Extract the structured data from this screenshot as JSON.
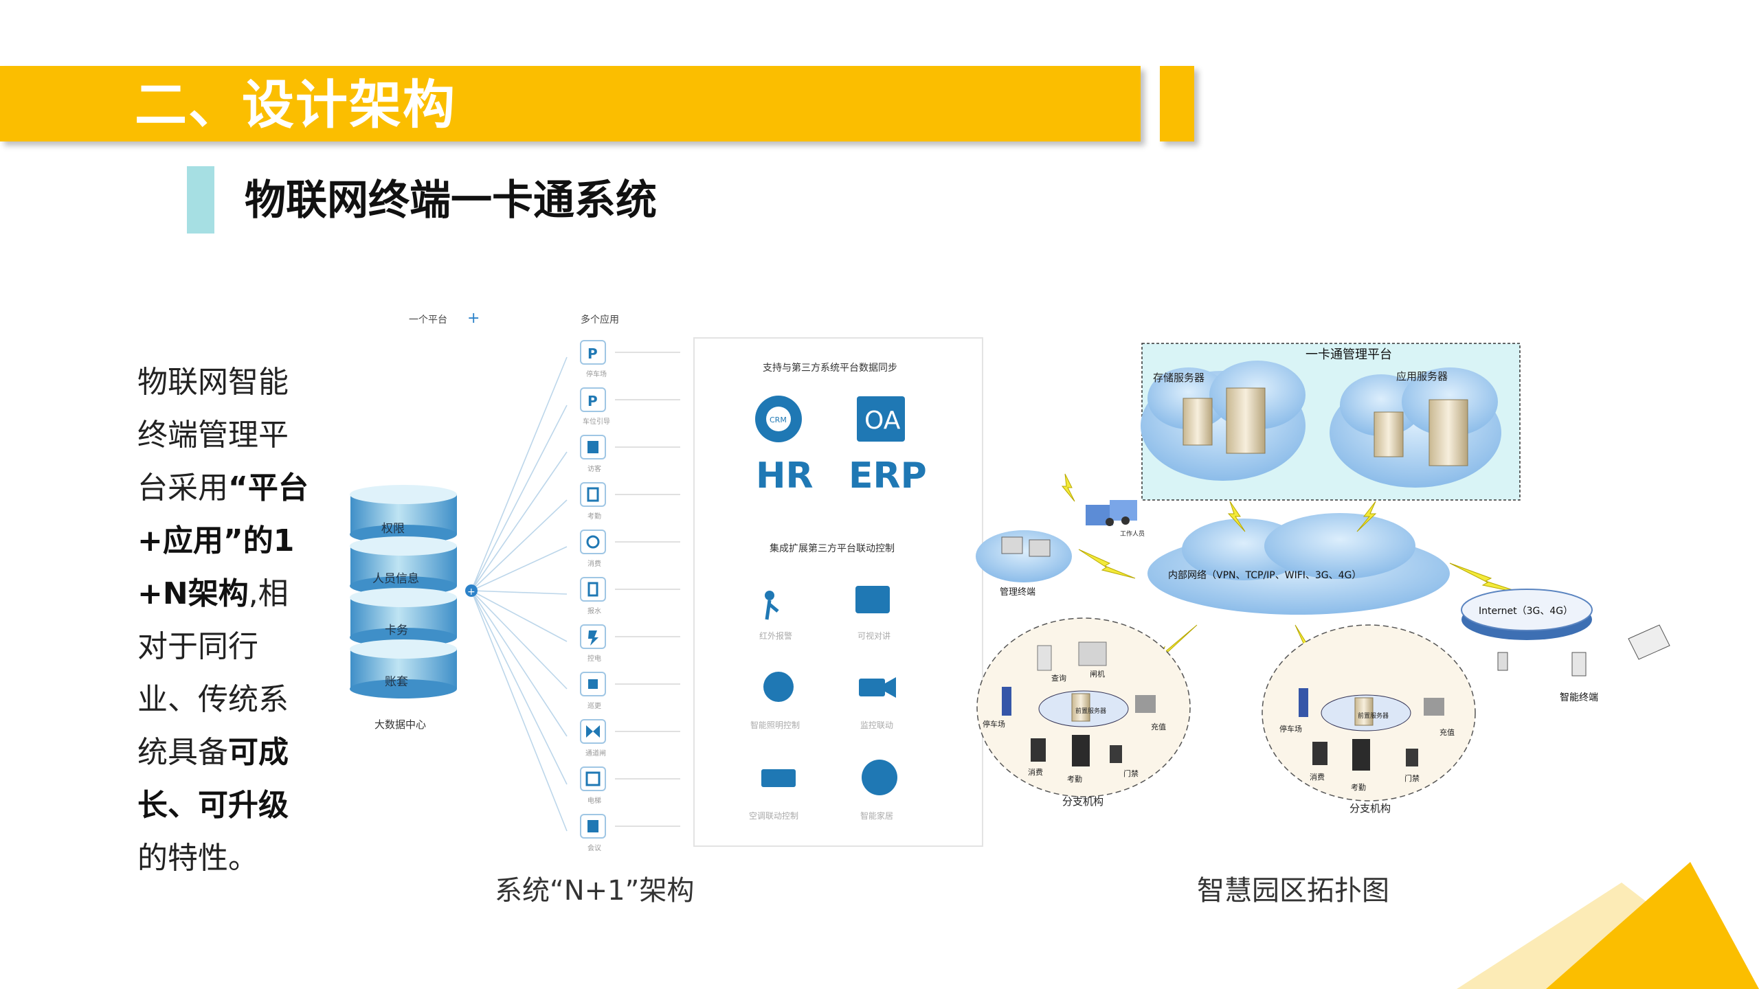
{
  "title": "二、设计架构",
  "subtitle": "物联网终端一卡通系统",
  "intro": {
    "p1": "物联网智能终端管理平台采用",
    "b1": "“平台+应用”的1+N架构",
    "p2": ",相对于同行业、传统系统具备",
    "b2": "可成长、可升级",
    "p3": "的特性。"
  },
  "left_diagram": {
    "caption": "系统“N+1”架构",
    "platform_label": "一个平台",
    "apps_label": "多个应用",
    "data_center_label": "大数据中心",
    "db_layers": [
      "权限",
      "人员信息",
      "卡务",
      "账套"
    ],
    "app_list": [
      "停车场",
      "车位引导",
      "访客",
      "考勤",
      "消费",
      "报水",
      "控电",
      "巡更",
      "通道闸",
      "电梯",
      "会议"
    ],
    "sync_title": "支持与第三方系统平台数据同步",
    "sync_logos": [
      "CRM",
      "OA",
      "HR",
      "ERP"
    ],
    "link_title": "集成扩展第三方平台联动控制",
    "link_items": [
      "红外报警",
      "可视对讲",
      "智能照明控制",
      "监控联动",
      "空调联动控制",
      "智能家居"
    ]
  },
  "right_diagram": {
    "caption": "智慧园区拓扑图",
    "platform_label": "一卡通管理平台",
    "storage_server": "存储服务器",
    "app_server": "应用服务器",
    "internal_network": "内部网络（VPN、TCP/IP、WIFI、3G、4G）",
    "internet": "Internet（3G、4G）",
    "mgmt_terminal": "管理终端",
    "smart_terminal": "智能终端",
    "staff": "工作人员",
    "branch1": {
      "name": "分支机构",
      "query": "查询",
      "gate": "闸机",
      "parking": "停车场",
      "recharge": "充值",
      "consume": "消费",
      "attendance": "考勤",
      "door": "门禁",
      "server": "前置服务器"
    },
    "branch2": {
      "name": "分支机构",
      "parking": "停车场",
      "recharge": "充值",
      "consume": "消费",
      "attendance": "考勤",
      "door": "门禁",
      "server": "前置服务器"
    }
  },
  "colors": {
    "accent": "#FBBE00",
    "marker": "#A6DFE3",
    "icon_blue": "#1F78B4",
    "cloud": "#9CC8EE"
  }
}
